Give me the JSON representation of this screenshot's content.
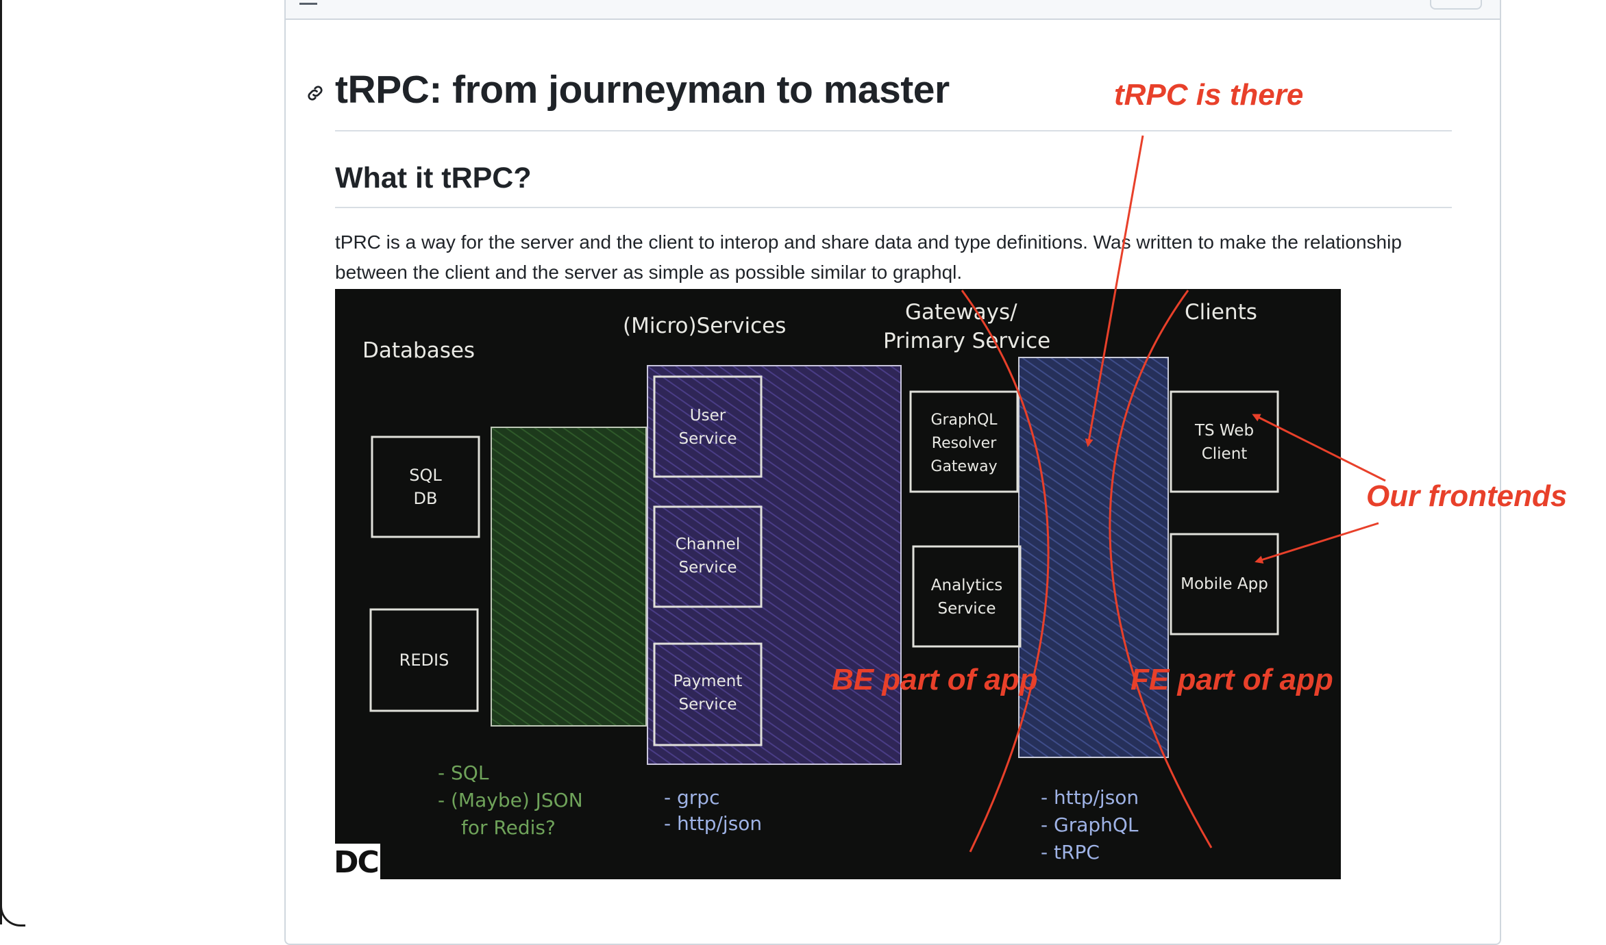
{
  "readme": {
    "title": "tRPC: from journeyman to master",
    "subtitle": "What it tRPC?",
    "description": "tPRC is a way for the server and the client to interop and share data and type definitions. Was written to make the relationship between the client and the server as simple as possible similar to graphql."
  },
  "diagram": {
    "column_headings": {
      "databases": "Databases",
      "microservices": "(Micro)Services",
      "gateways_line1": "Gateways/",
      "gateways_line2": "Primary Service",
      "clients": "Clients"
    },
    "boxes": {
      "sql_db_line1": "SQL",
      "sql_db_line2": "DB",
      "redis": "REDIS",
      "user_service_line1": "User",
      "user_service_line2": "Service",
      "channel_service_line1": "Channel",
      "channel_service_line2": "Service",
      "payment_service_line1": "Payment",
      "payment_service_line2": "Service",
      "graphql_line1": "GraphQL",
      "graphql_line2": "Resolver",
      "graphql_line3": "Gateway",
      "analytics_line1": "Analytics",
      "analytics_line2": "Service",
      "ts_web_line1": "TS Web",
      "ts_web_line2": "Client",
      "mobile_app": "Mobile App"
    },
    "notes": {
      "db_1": "- SQL",
      "db_2": "- (Maybe) JSON",
      "db_3": "for Redis?",
      "svc_1": "- grpc",
      "svc_2": "- http/json",
      "gw_1": "- http/json",
      "gw_2": "- GraphQL",
      "gw_3": "- tRPC"
    },
    "corner_label": "DC",
    "colors": {
      "green_panel": "#1d3a1c",
      "purple_panel": "#3a2f6a",
      "blue_panel": "#303c6a",
      "chalk": "#e9e9e4",
      "green_note": "#6fa35a",
      "blue_note": "#9fb3e6"
    }
  },
  "annotations": {
    "trpc_is_there": "tRPC is there",
    "our_frontends": "Our frontends",
    "be_part": "BE part of app",
    "fe_part": "FE part of app",
    "color": "#e8402a"
  }
}
